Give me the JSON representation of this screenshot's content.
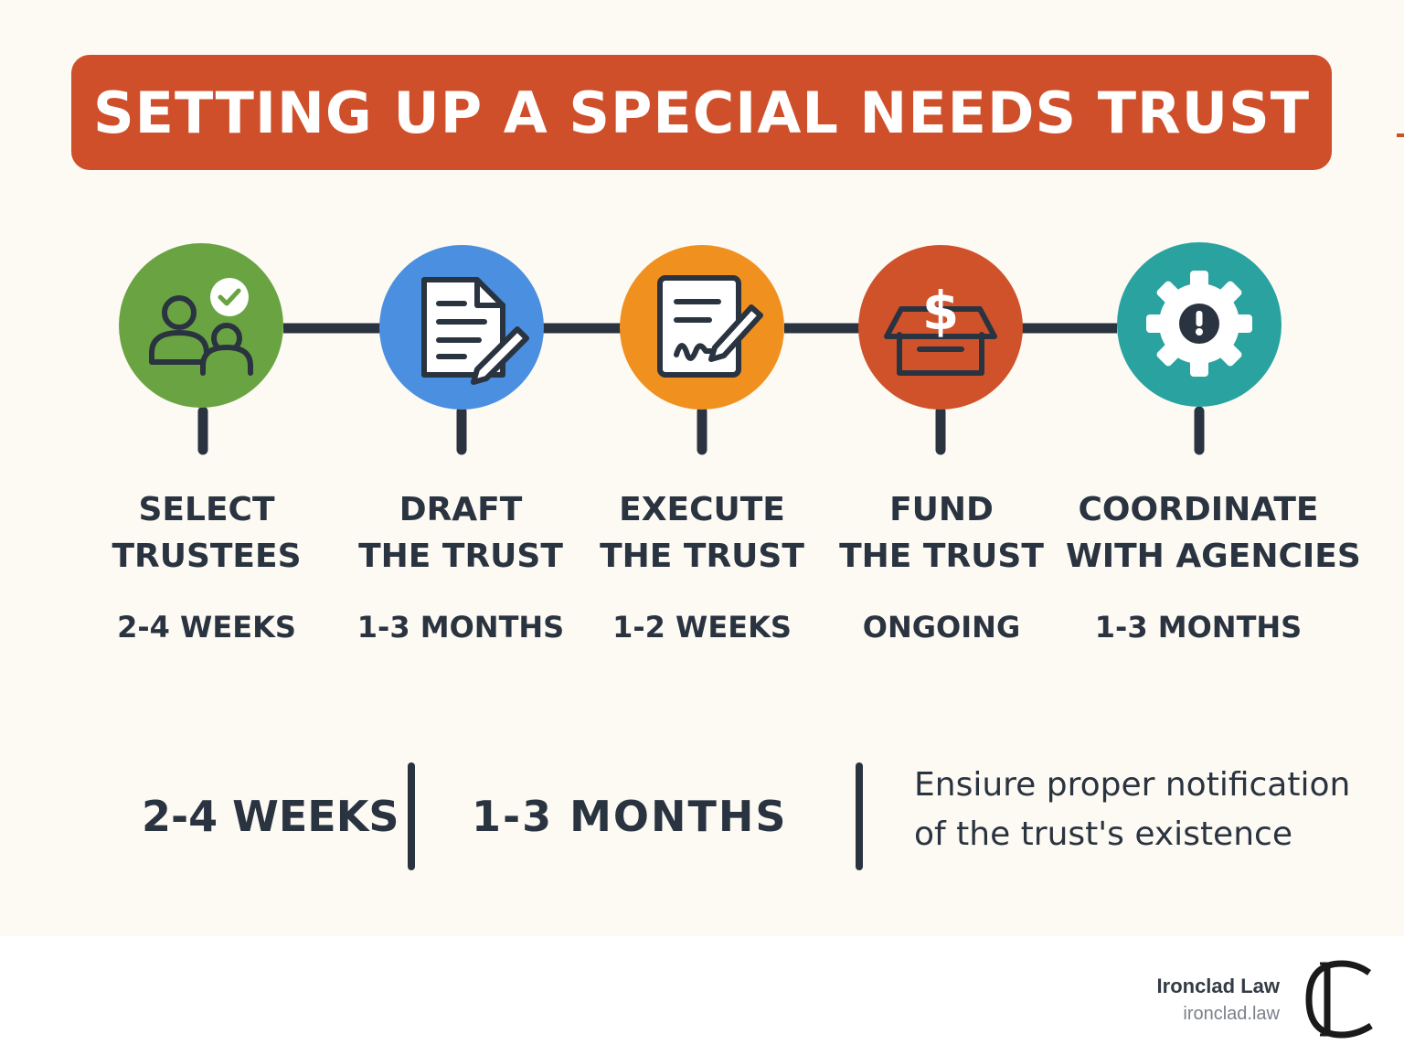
{
  "title": "SETTING UP A SPECIAL NEEDS TRUST",
  "colors": {
    "banner": "#cf4f2b",
    "select": "#6aa341",
    "draft": "#4b8fe0",
    "execute": "#f0901e",
    "fund": "#d0522b",
    "coordinate": "#2aa3a0",
    "ink": "#2a3340"
  },
  "steps": [
    {
      "label_line1": "SELECT",
      "label_line2": "TRUSTEES",
      "duration": "2-4 WEEKS",
      "icon": "people-check-icon"
    },
    {
      "label_line1": "DRAFT",
      "label_line2": "THE TRUST",
      "duration": "1-3 MONTHS",
      "icon": "document-pen-icon"
    },
    {
      "label_line1": "EXECUTE",
      "label_line2": "THE TRUST",
      "duration": "1-2 WEEKS",
      "icon": "signature-icon"
    },
    {
      "label_line1": "FUND",
      "label_line2": "THE TRUST",
      "duration": "ONGOING",
      "icon": "money-box-icon"
    },
    {
      "label_line1": "COORDINATE",
      "label_line2": "WITH AGENCIES",
      "duration": "1-3 MONTHS",
      "icon": "gear-alert-icon"
    }
  ],
  "bottom": {
    "duration_1": "2-4 WEEKS",
    "duration_2": "1-3 MONTHS",
    "note_line1": "Ensiure proper notification",
    "note_line2": "of the trust's existence"
  },
  "footer": {
    "brand_name": "Ironclad Law",
    "brand_url": "ironclad.law",
    "logo_icon": "ironclad-monogram-icon"
  }
}
